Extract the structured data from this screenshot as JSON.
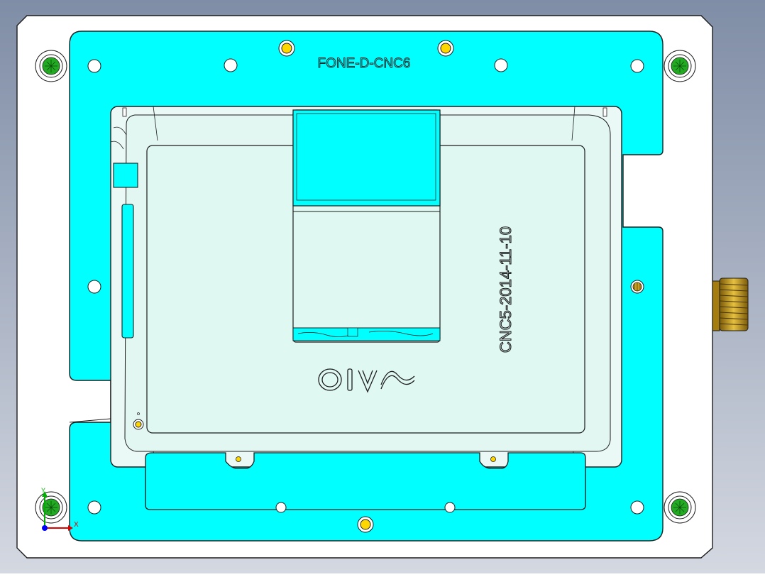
{
  "viewport": {
    "background_top": "#7f8da6",
    "background_bottom": "#d4d8e1"
  },
  "fixture": {
    "plate_label": "FONE-D-CNC6",
    "engraved_date": "CNC5-2014-11-10",
    "logo_text": "VAIO",
    "colors": {
      "base": "#ffffff",
      "plate": "#00ffff",
      "device": "#e0f8f2",
      "outline": "#1c1c1c",
      "screw_green": "#22aa22",
      "pin_yellow": "#ffd700",
      "fitting_gold": "#c8a020"
    }
  },
  "triad": {
    "x_label": "X",
    "y_label": "Y",
    "x_color": "#e00000",
    "y_color": "#00b000",
    "z_color": "#0000ff"
  }
}
